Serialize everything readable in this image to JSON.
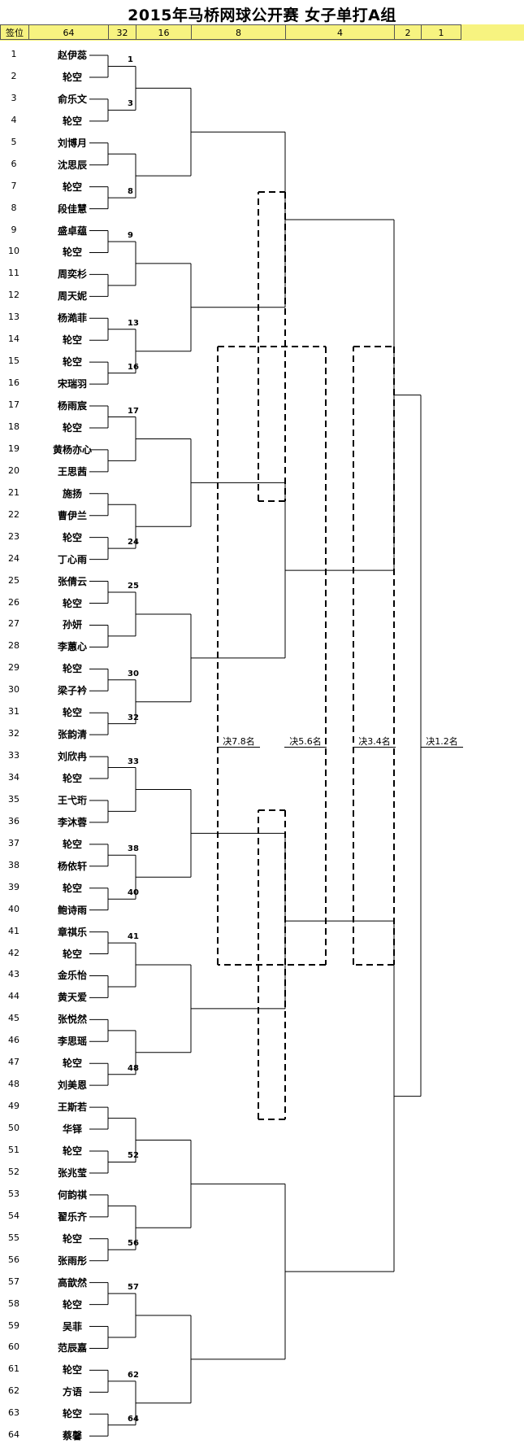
{
  "title": "2015年马桥网球公开赛  女子单打A组",
  "header": [
    "签位",
    "64",
    "32",
    "16",
    "8",
    "4",
    "2",
    "1"
  ],
  "players": [
    "赵伊蕊",
    "轮空",
    "俞乐文",
    "轮空",
    "刘博月",
    "沈思辰",
    "轮空",
    "段佳慧",
    "盛卓蕴",
    "轮空",
    "周奕杉",
    "周天妮",
    "杨澔菲",
    "轮空",
    "轮空",
    "宋瑞羽",
    "杨雨宸",
    "轮空",
    "黄杨亦心",
    "王思茜",
    "施扬",
    "曹伊兰",
    "轮空",
    "丁心雨",
    "张倩云",
    "轮空",
    "孙妍",
    "李蕙心",
    "轮空",
    "梁子衿",
    "轮空",
    "张韵清",
    "刘欣冉",
    "轮空",
    "王弋珩",
    "李沐蓉",
    "轮空",
    "杨依轩",
    "轮空",
    "鲍诗雨",
    "章祺乐",
    "轮空",
    "金乐怡",
    "黄天爱",
    "张悦然",
    "李思瑶",
    "轮空",
    "刘美恩",
    "王斯若",
    "华铎",
    "轮空",
    "张兆莹",
    "何韵祺",
    "翟乐齐",
    "轮空",
    "张雨彤",
    "高歆然",
    "轮空",
    "吴菲",
    "范辰嘉",
    "轮空",
    "方语",
    "轮空",
    "蔡馨"
  ],
  "round32_winners": [
    "1",
    "3",
    "",
    "8",
    "9",
    "",
    "13",
    "16",
    "17",
    "",
    "",
    "24",
    "25",
    "",
    "30",
    "32",
    "33",
    "",
    "38",
    "40",
    "41",
    "",
    "",
    "48",
    "",
    "52",
    "",
    "56",
    "57",
    "",
    "62",
    "64"
  ],
  "placement_labels": [
    "决7.8名",
    "决5.6名",
    "决3.4名",
    "决1.2名"
  ]
}
